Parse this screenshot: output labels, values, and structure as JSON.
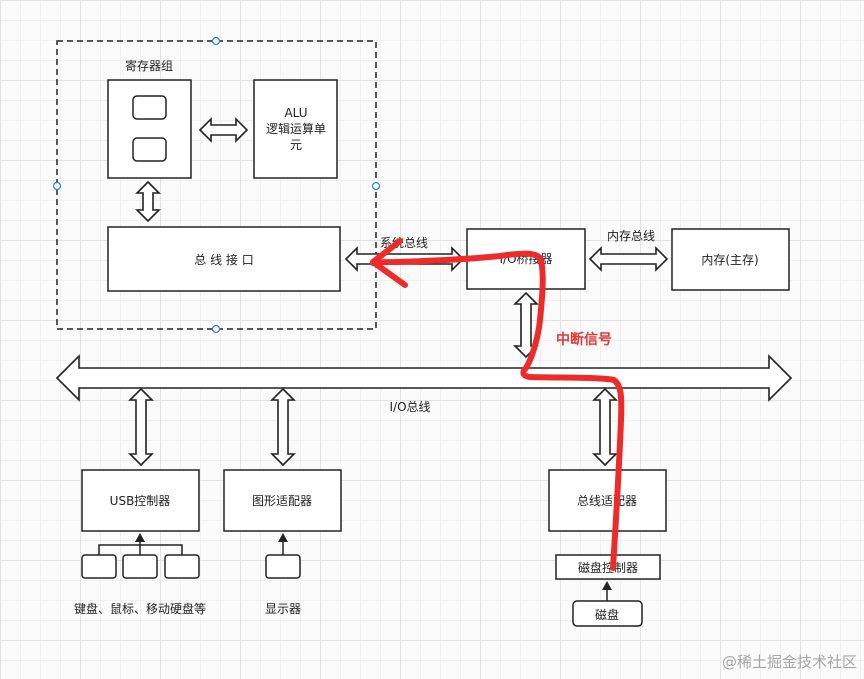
{
  "labels": {
    "register_group": "寄存器组",
    "alu_line1": "ALU",
    "alu_line2": "逻辑运算单",
    "alu_line3": "元",
    "bus_interface": "总 线 接 口",
    "system_bus": "系统总线",
    "io_bridge": "I/O桥接器",
    "memory_bus": "内存总线",
    "memory": "内存(主存)",
    "interrupt_signal": "中断信号",
    "io_bus": "I/O总线",
    "usb_controller": "USB控制器",
    "graphics_adapter": "图形适配器",
    "bus_adapter": "总线适配器",
    "disk_controller": "磁盘控制器",
    "disk": "磁盘",
    "usb_devices": "键盘、鼠标、移动硬盘等",
    "display": "显示器"
  },
  "watermark": "@稀土掘金技术社区",
  "colors": {
    "interrupt_path": "#ee2b2b",
    "interrupt_text": "#e03a3a",
    "selection_handle": "#2f7fd0"
  }
}
